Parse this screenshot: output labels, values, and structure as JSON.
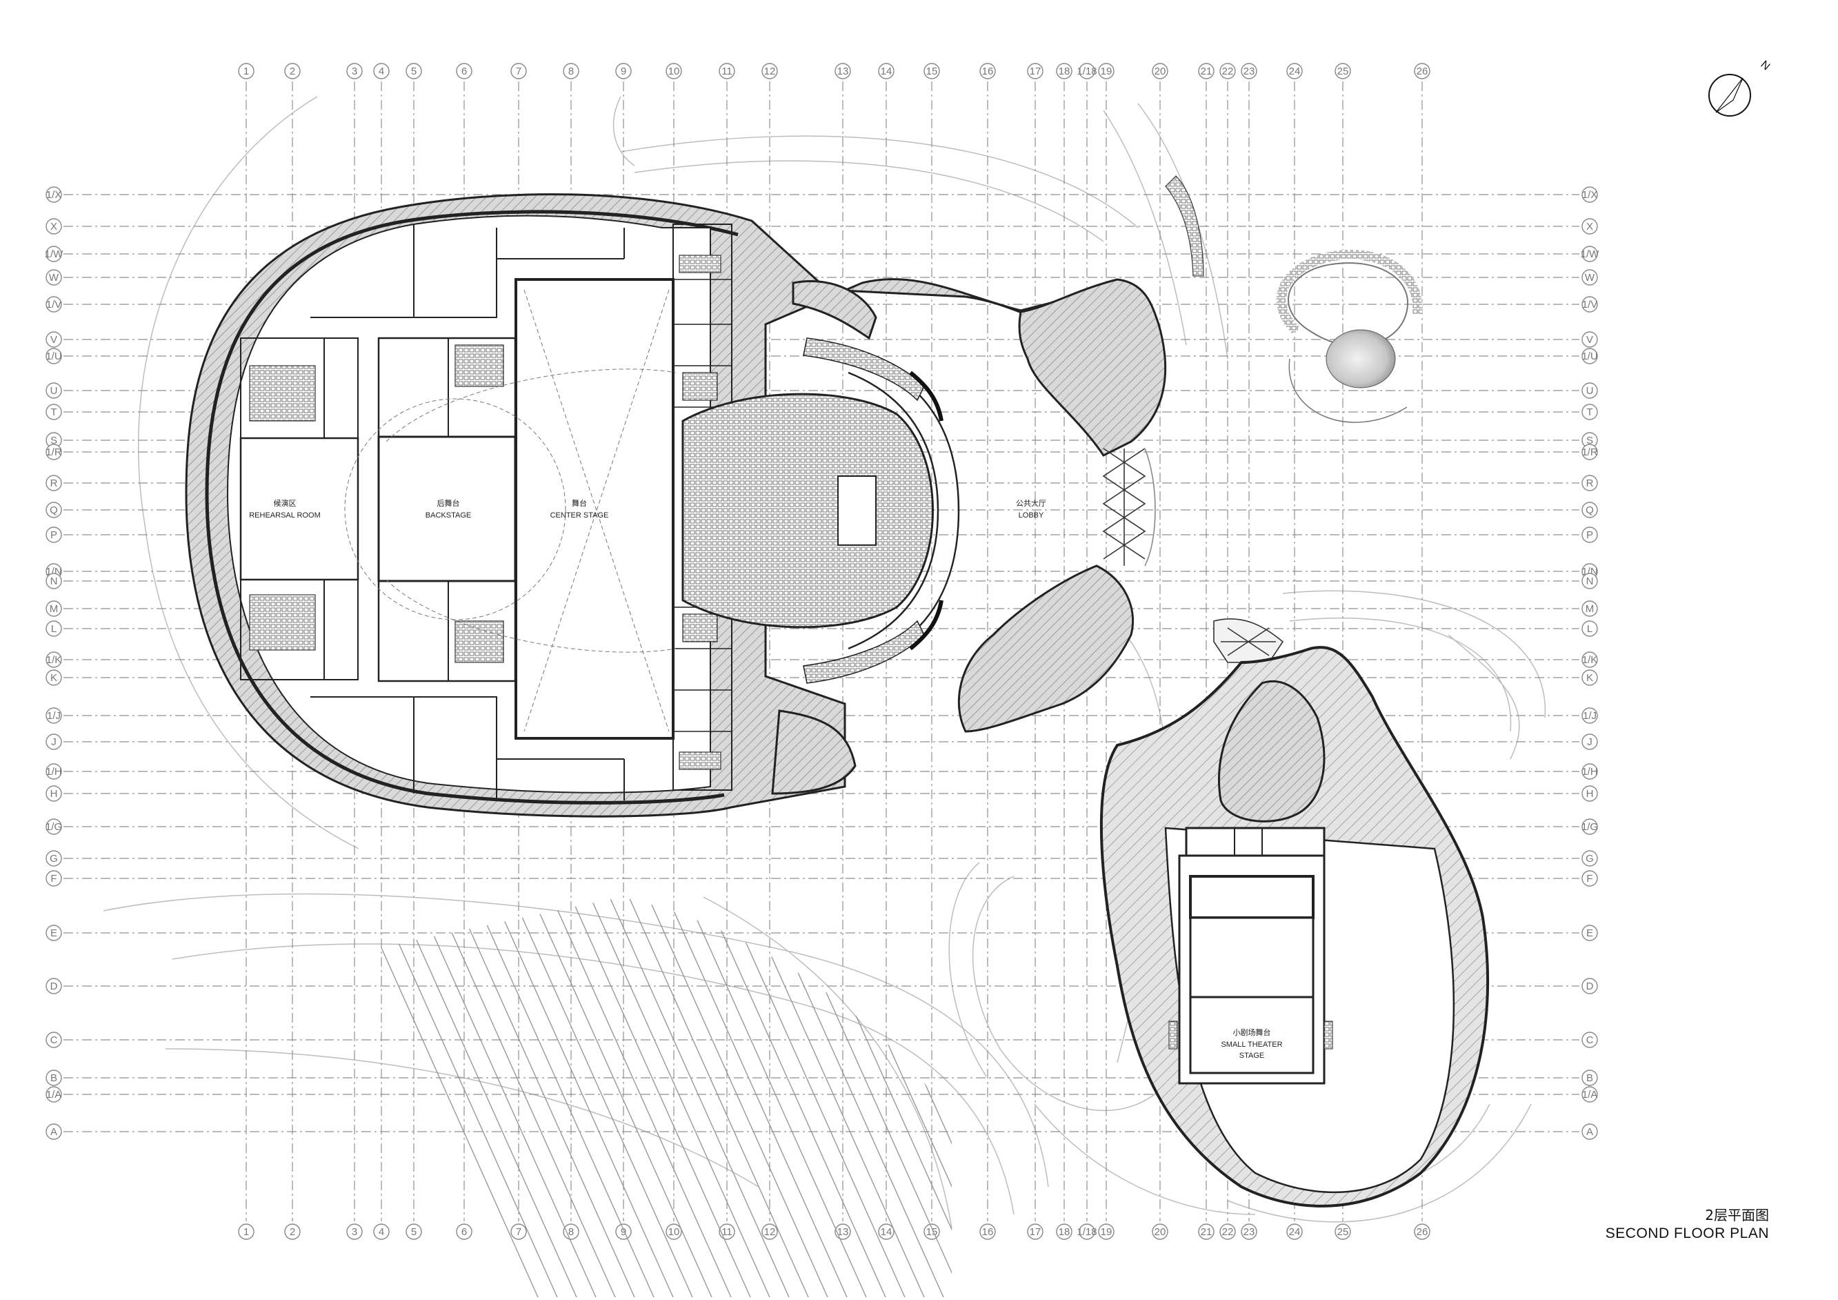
{
  "title": {
    "chinese": "2层平面图",
    "english": "SECOND FLOOR PLAN"
  },
  "north_arrow": {
    "label": "N"
  },
  "grid": {
    "columns": [
      "1",
      "2",
      "3",
      "4",
      "5",
      "6",
      "7",
      "8",
      "9",
      "10",
      "11",
      "12",
      "13",
      "14",
      "15",
      "16",
      "17",
      "18",
      "1/18",
      "19",
      "20",
      "21",
      "22",
      "23",
      "24",
      "25",
      "26"
    ],
    "rows": [
      "1/X",
      "X",
      "1/W",
      "W",
      "1/V",
      "V",
      "1/U",
      "U",
      "T",
      "S",
      "1/R",
      "R",
      "Q",
      "P",
      "1/N",
      "N",
      "M",
      "L",
      "1/K",
      "K",
      "1/J",
      "J",
      "1/H",
      "H",
      "1/G",
      "G",
      "F",
      "E",
      "D",
      "C",
      "B",
      "1/A",
      "A"
    ]
  },
  "rooms": [
    {
      "id": "rehearsal",
      "chinese": "候演区",
      "english": "REHEARSAL ROOM"
    },
    {
      "id": "backstage",
      "chinese": "后舞台",
      "english": "BACKSTAGE"
    },
    {
      "id": "center-stage",
      "chinese": "舞台",
      "english": "CENTER STAGE"
    },
    {
      "id": "lobby",
      "chinese": "公共大厅",
      "english": "LOBBY"
    },
    {
      "id": "small-theater",
      "chinese": "小剧场舞台",
      "english": "SMALL THEATER STAGE"
    }
  ]
}
